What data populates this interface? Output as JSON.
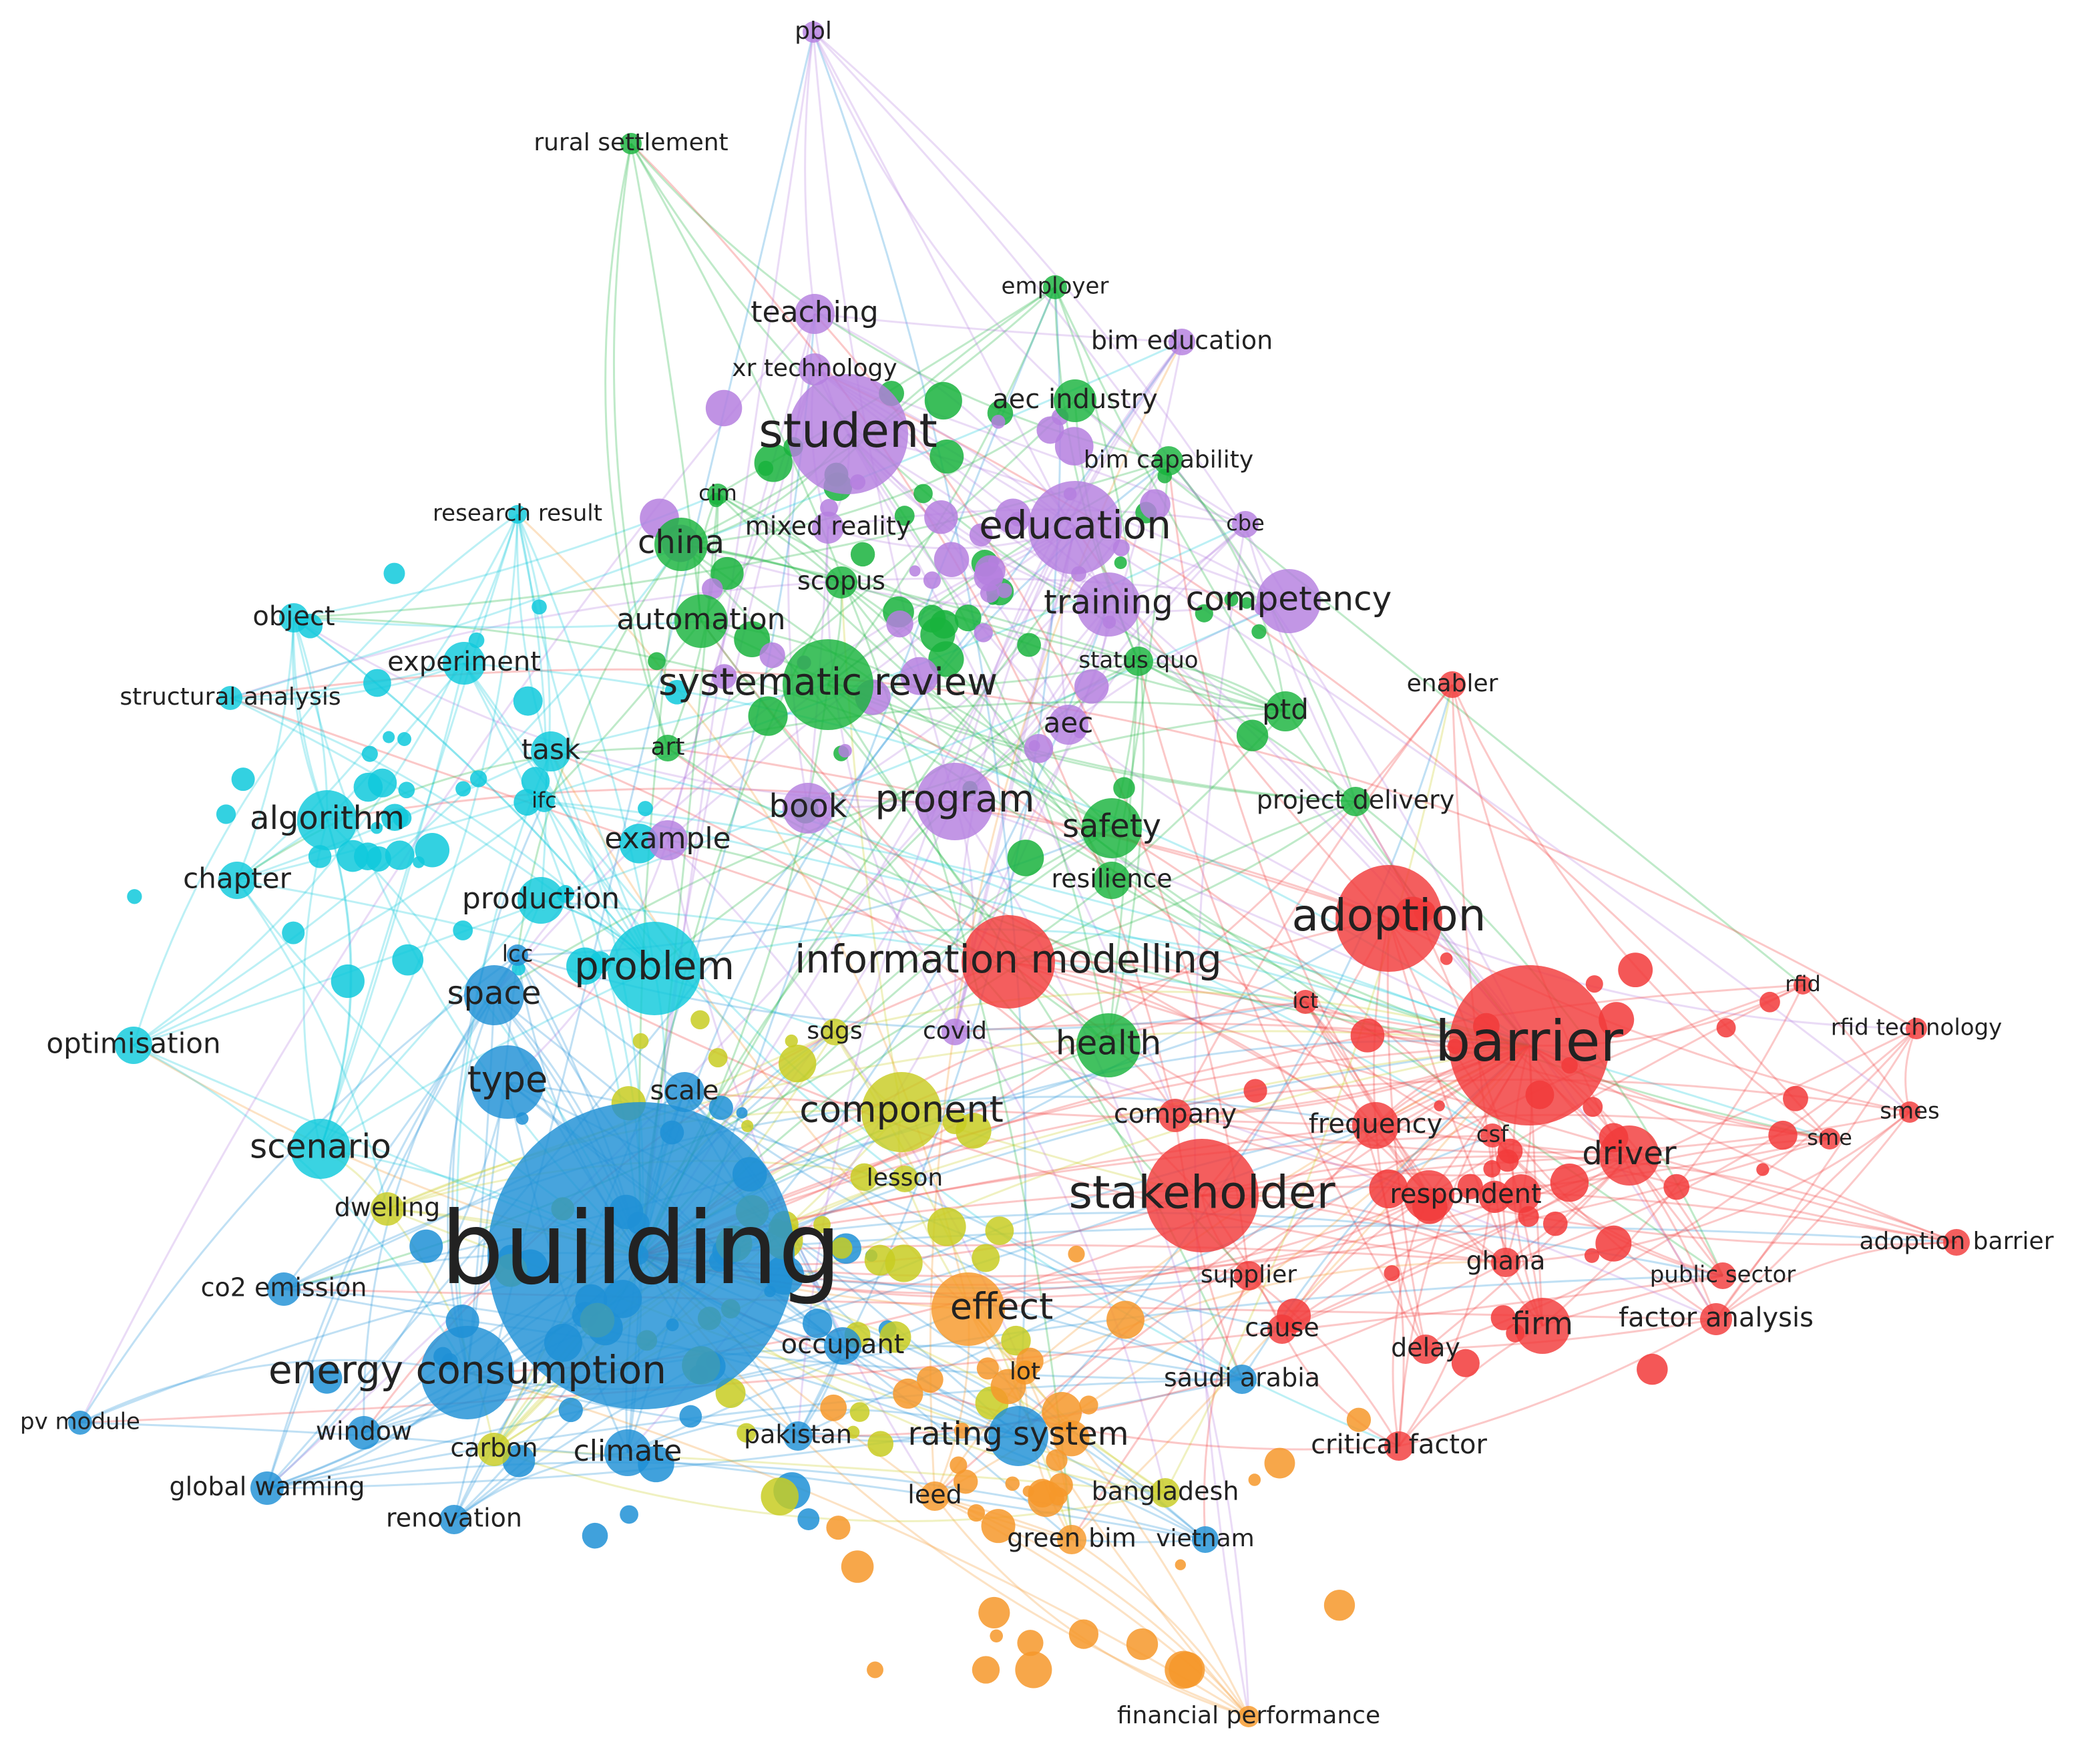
{
  "clusters": [
    {
      "name": "red",
      "color": "#f23a3a"
    },
    {
      "name": "green",
      "color": "#19b33d"
    },
    {
      "name": "blue",
      "color": "#1e90d6"
    },
    {
      "name": "yellow",
      "color": "#c8cc22"
    },
    {
      "name": "purple",
      "color": "#b57fdf"
    },
    {
      "name": "cyan",
      "color": "#0fc9dc"
    },
    {
      "name": "orange",
      "color": "#f6982a"
    }
  ],
  "keywords": [
    {
      "label": "building",
      "cluster": 2,
      "weight": 100
    },
    {
      "label": "barrier",
      "cluster": 0,
      "weight": 58
    },
    {
      "label": "student",
      "cluster": 4,
      "weight": 38
    },
    {
      "label": "stakeholder",
      "cluster": 0,
      "weight": 36
    },
    {
      "label": "adoption",
      "cluster": 0,
      "weight": 34
    },
    {
      "label": "energy consumption",
      "cluster": 2,
      "weight": 32
    },
    {
      "label": "information modelling",
      "cluster": 0,
      "weight": 28
    },
    {
      "label": "education",
      "cluster": 4,
      "weight": 28
    },
    {
      "label": "problem",
      "cluster": 5,
      "weight": 28
    },
    {
      "label": "systematic review",
      "cluster": 1,
      "weight": 26
    },
    {
      "label": "component",
      "cluster": 3,
      "weight": 22
    },
    {
      "label": "effect",
      "cluster": 6,
      "weight": 20
    },
    {
      "label": "type",
      "cluster": 2,
      "weight": 20
    },
    {
      "label": "program",
      "cluster": 4,
      "weight": 22
    },
    {
      "label": "competency",
      "cluster": 4,
      "weight": 18
    },
    {
      "label": "training",
      "cluster": 4,
      "weight": 18
    },
    {
      "label": "health",
      "cluster": 1,
      "weight": 18
    },
    {
      "label": "safety",
      "cluster": 1,
      "weight": 16
    },
    {
      "label": "china",
      "cluster": 1,
      "weight": 14
    },
    {
      "label": "scenario",
      "cluster": 5,
      "weight": 16
    },
    {
      "label": "algorithm",
      "cluster": 5,
      "weight": 16
    },
    {
      "label": "rating system",
      "cluster": 2,
      "weight": 16
    },
    {
      "label": "space",
      "cluster": 2,
      "weight": 16
    },
    {
      "label": "driver",
      "cluster": 0,
      "weight": 16
    },
    {
      "label": "firm",
      "cluster": 0,
      "weight": 14
    },
    {
      "label": "book",
      "cluster": 4,
      "weight": 14
    },
    {
      "label": "automation",
      "cluster": 1,
      "weight": 14
    },
    {
      "label": "teaching",
      "cluster": 4,
      "weight": 12
    },
    {
      "label": "aec industry",
      "cluster": 1,
      "weight": 12
    },
    {
      "label": "respondent",
      "cluster": 0,
      "weight": 14
    },
    {
      "label": "frequency",
      "cluster": 0,
      "weight": 12
    },
    {
      "label": "climate",
      "cluster": 2,
      "weight": 12
    },
    {
      "label": "production",
      "cluster": 5,
      "weight": 12
    },
    {
      "label": "experiment",
      "cluster": 5,
      "weight": 12
    },
    {
      "label": "example",
      "cluster": 4,
      "weight": 11
    },
    {
      "label": "aec",
      "cluster": 4,
      "weight": 11
    },
    {
      "label": "ptd",
      "cluster": 1,
      "weight": 11
    },
    {
      "label": "task",
      "cluster": 5,
      "weight": 11
    },
    {
      "label": "chapter",
      "cluster": 5,
      "weight": 11
    },
    {
      "label": "optimisation",
      "cluster": 5,
      "weight": 11
    },
    {
      "label": "object",
      "cluster": 5,
      "weight": 10
    },
    {
      "label": "scale",
      "cluster": 2,
      "weight": 11
    },
    {
      "label": "resilience",
      "cluster": 1,
      "weight": 11
    },
    {
      "label": "company",
      "cluster": 0,
      "weight": 11
    },
    {
      "label": "occupant",
      "cluster": 2,
      "weight": 11
    },
    {
      "label": "carbon",
      "cluster": 3,
      "weight": 10
    },
    {
      "label": "window",
      "cluster": 2,
      "weight": 10
    },
    {
      "label": "dwelling",
      "cluster": 3,
      "weight": 10
    },
    {
      "label": "co2 emission",
      "cluster": 2,
      "weight": 10
    },
    {
      "label": "global warming",
      "cluster": 2,
      "weight": 10
    },
    {
      "label": "renovation",
      "cluster": 2,
      "weight": 9
    },
    {
      "label": "pakistan",
      "cluster": 2,
      "weight": 9
    },
    {
      "label": "leed",
      "cluster": 6,
      "weight": 9
    },
    {
      "label": "green bim",
      "cluster": 6,
      "weight": 9
    },
    {
      "label": "bangladesh",
      "cluster": 3,
      "weight": 9
    },
    {
      "label": "vietnam",
      "cluster": 2,
      "weight": 8
    },
    {
      "label": "lot",
      "cluster": 6,
      "weight": 8
    },
    {
      "label": "saudi arabia",
      "cluster": 2,
      "weight": 9
    },
    {
      "label": "cause",
      "cluster": 0,
      "weight": 9
    },
    {
      "label": "delay",
      "cluster": 0,
      "weight": 9
    },
    {
      "label": "supplier",
      "cluster": 0,
      "weight": 9
    },
    {
      "label": "ghana",
      "cluster": 0,
      "weight": 9
    },
    {
      "label": "csf",
      "cluster": 0,
      "weight": 8
    },
    {
      "label": "factor analysis",
      "cluster": 0,
      "weight": 10
    },
    {
      "label": "public sector",
      "cluster": 0,
      "weight": 8
    },
    {
      "label": "adoption barrier",
      "cluster": 0,
      "weight": 8
    },
    {
      "label": "critical factor",
      "cluster": 0,
      "weight": 9
    },
    {
      "label": "sme",
      "cluster": 0,
      "weight": 7
    },
    {
      "label": "smes",
      "cluster": 0,
      "weight": 7
    },
    {
      "label": "rfid technology",
      "cluster": 0,
      "weight": 7
    },
    {
      "label": "rfid",
      "cluster": 0,
      "weight": 6
    },
    {
      "label": "ict",
      "cluster": 0,
      "weight": 7
    },
    {
      "label": "project delivery",
      "cluster": 1,
      "weight": 8
    },
    {
      "label": "enabler",
      "cluster": 0,
      "weight": 8
    },
    {
      "label": "status quo",
      "cluster": 1,
      "weight": 8
    },
    {
      "label": "cbe",
      "cluster": 4,
      "weight": 7
    },
    {
      "label": "bim capability",
      "cluster": 1,
      "weight": 8
    },
    {
      "label": "bim education",
      "cluster": 4,
      "weight": 8
    },
    {
      "label": "employer",
      "cluster": 1,
      "weight": 7
    },
    {
      "label": "xr technology",
      "cluster": 4,
      "weight": 9
    },
    {
      "label": "mixed reality",
      "cluster": 4,
      "weight": 9
    },
    {
      "label": "scopus",
      "cluster": 1,
      "weight": 9
    },
    {
      "label": "cim",
      "cluster": 1,
      "weight": 7
    },
    {
      "label": "art",
      "cluster": 1,
      "weight": 8
    },
    {
      "label": "ifc",
      "cluster": 5,
      "weight": 7
    },
    {
      "label": "lcc",
      "cluster": 2,
      "weight": 7
    },
    {
      "label": "sdgs",
      "cluster": 3,
      "weight": 8
    },
    {
      "label": "covid",
      "cluster": 4,
      "weight": 8
    },
    {
      "label": "lesson",
      "cluster": 3,
      "weight": 8
    },
    {
      "label": "structural analysis",
      "cluster": 5,
      "weight": 8
    },
    {
      "label": "research result",
      "cluster": 5,
      "weight": 7
    },
    {
      "label": "rural settlement",
      "cluster": 1,
      "weight": 7
    },
    {
      "label": "pbl",
      "cluster": 4,
      "weight": 7
    },
    {
      "label": "pv module",
      "cluster": 2,
      "weight": 8
    },
    {
      "label": "financial performance",
      "cluster": 6,
      "weight": 7
    }
  ]
}
